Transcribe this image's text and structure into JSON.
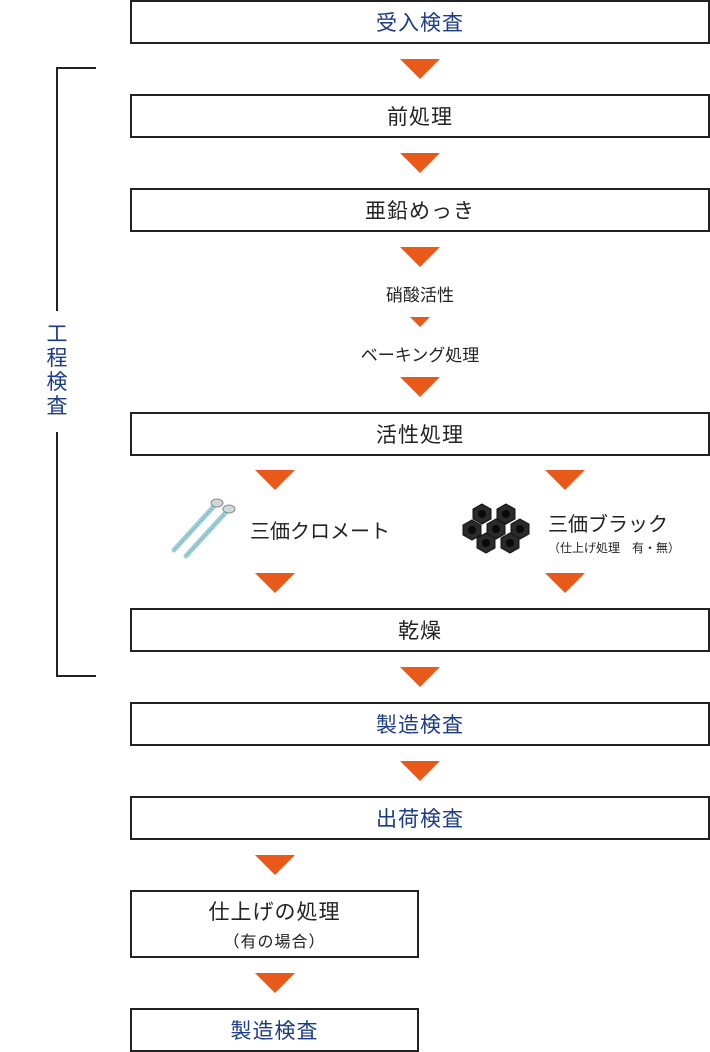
{
  "steps": {
    "receiving_inspection": "受入検査",
    "pretreatment": "前処理",
    "zinc_plating": "亜鉛めっき",
    "nitric_activation": "硝酸活性",
    "baking": "ベーキング処理",
    "activation": "活性処理",
    "trivalent_chromate": "三価クロメート",
    "trivalent_black": "三価ブラック",
    "trivalent_black_note": "（仕上げ処理　有・無）",
    "drying": "乾燥",
    "manufacturing_inspection": "製造検査",
    "shipping_inspection": "出荷検査",
    "finishing": "仕上げの処理",
    "finishing_note": "（有の場合）",
    "manufacturing_inspection_2": "製造検査"
  },
  "process_inspection_label": [
    "工",
    "程",
    "検",
    "査"
  ],
  "colors": {
    "accent": "#e8591a",
    "inspection": "#1c3b87",
    "border": "#222222"
  }
}
